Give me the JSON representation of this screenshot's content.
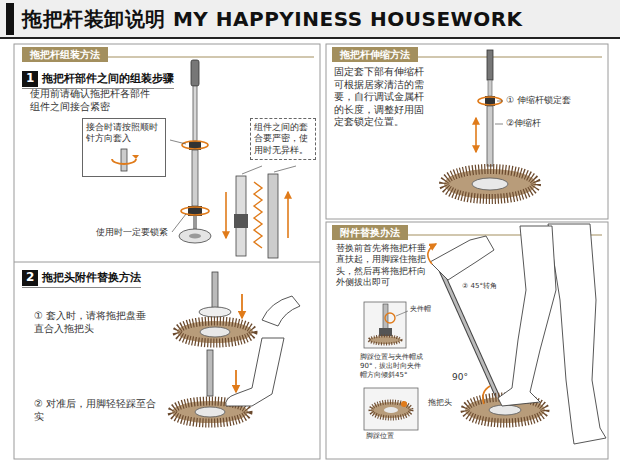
{
  "diagram": {
    "title": "拖把杆装卸说明 MY HAPPYINESS HOUSEWORK",
    "nodes": [
      {
        "text": [
          "拖把杆组装方法"
        ]
      },
      {
        "text": [
          "1",
          "拖把杆部件之间的组装步骤"
        ]
      },
      {
        "text": [
          "接合时请按照顺时针方向套入"
        ]
      },
      {
        "text": [
          "组件之间的套合要严密，使用时无异样。"
        ]
      },
      {
        "text": [
          "2",
          "拖把头附件替换方法"
        ]
      },
      {
        "text": [
          "拖把杆伸缩方法"
        ]
      },
      {
        "text": [
          "附件替换办法"
        ]
      }
    ],
    "labels": [
      "使用前请确认拖把杆各部件组件之间接合紧密",
      "使用时一定要锁紧",
      "① 套入时，请将拖把盘垂直合入拖把头",
      "② 对准后，用脚轻轻踩至合实",
      "固定套下部有伸缩杆可根据居家清洁的需要，自行调试金属杆的长度，调整好用固定套锁定位置。",
      "① 伸缩杆锁定套",
      "②伸缩杆",
      "替换前首先将拖把杆垂直扶起，用脚踩住拖把头，然后再将拖把杆向外侧拔出即可",
      "② 45°转角",
      "夹件帽",
      "脚踩位置与夹件帽成90°，拔出时向夹件帽方向倾斜45°",
      "90°",
      "拖把头",
      "脚踩位置"
    ]
  }
}
